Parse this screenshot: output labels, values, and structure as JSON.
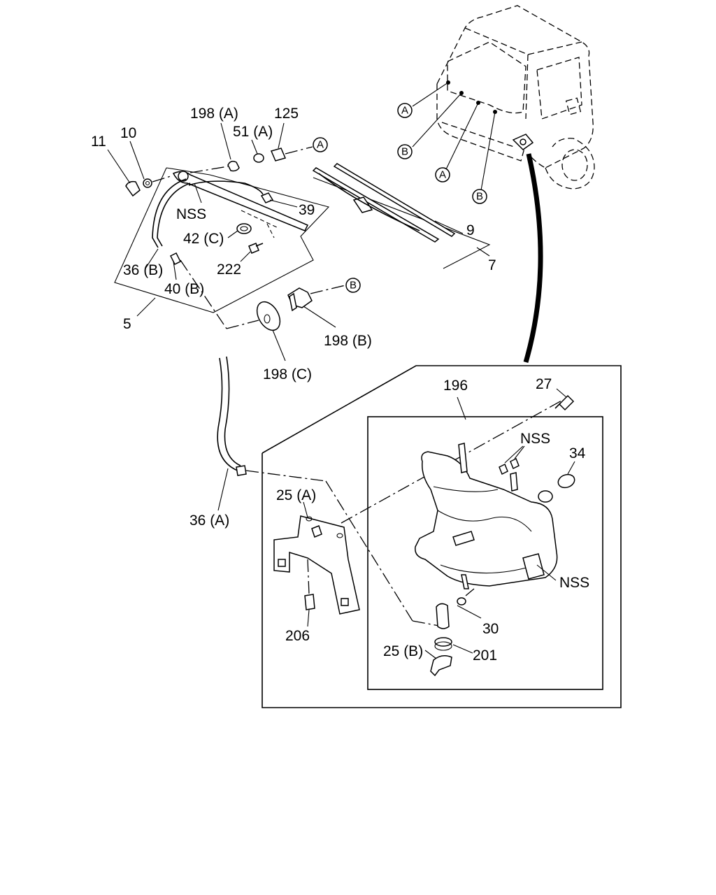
{
  "labels": {
    "p11": "11",
    "p10": "10",
    "p198a": "198 (A)",
    "p51a": "51 (A)",
    "p125": "125",
    "nss_top": "NSS",
    "p39": "39",
    "p42c": "42 (C)",
    "p222": "222",
    "p36b": "36 (B)",
    "p40b": "40 (B)",
    "p5": "5",
    "p9": "9",
    "p7": "7",
    "p198b": "198 (B)",
    "p198c": "198 (C)",
    "p36a": "36 (A)",
    "p196": "196",
    "p27": "27",
    "nss_tank": "NSS",
    "p34": "34",
    "p25a": "25 (A)",
    "nss_side": "NSS",
    "p30": "30",
    "p206": "206",
    "p25b": "25 (B)",
    "p201": "201"
  },
  "refs": {
    "a": "A",
    "b": "B"
  }
}
